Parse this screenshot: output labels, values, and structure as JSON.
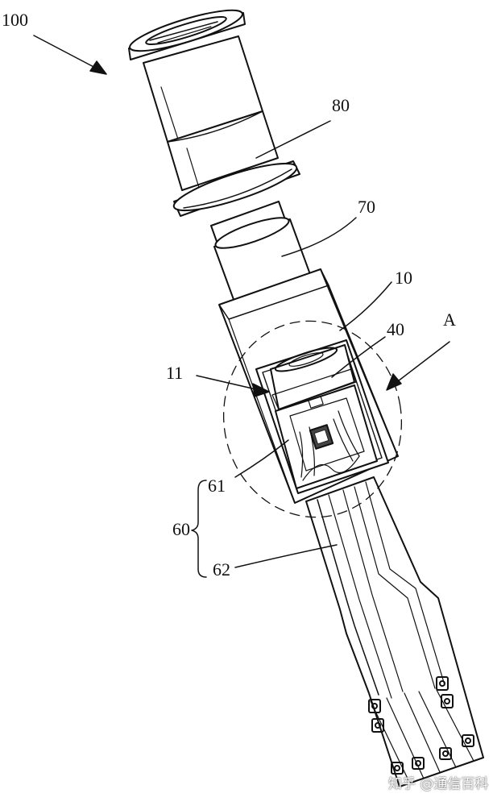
{
  "labels": {
    "assembly": "100",
    "part_80": "80",
    "part_70": "70",
    "part_10": "10",
    "part_40": "40",
    "detail_A": "A",
    "part_11": "11",
    "part_61_inner": "61",
    "part_61_group": "61",
    "group_60": "60",
    "part_62": "62"
  },
  "watermark": "知乎 @通信百科"
}
